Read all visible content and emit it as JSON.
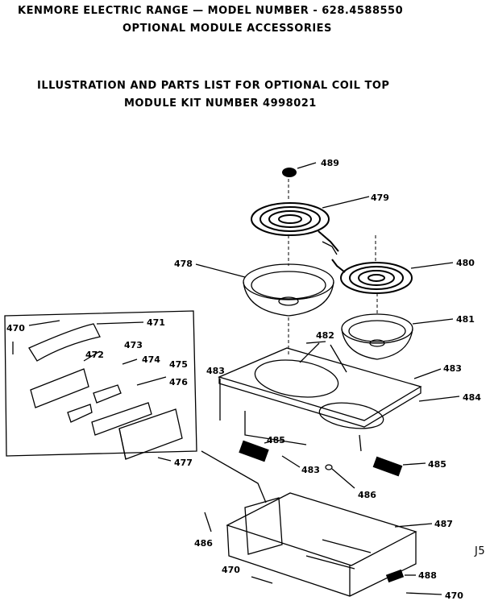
{
  "header": {
    "line1": "KENMORE ELECTRIC RANGE — MODEL NUMBER - 628.4588550",
    "line2": "OPTIONAL MODULE ACCESSORIES",
    "line3": "ILLUSTRATION AND PARTS LIST FOR OPTIONAL COIL TOP",
    "line4": "MODULE KIT NUMBER 4998021"
  },
  "page_code": "J5",
  "callouts": {
    "p489": "489",
    "p479": "479",
    "p478": "478",
    "p480": "480",
    "p481": "481",
    "p482": "482",
    "p483_left": "483",
    "p483_right": "483",
    "p483_mid": "483",
    "p484": "484",
    "p485_left": "485",
    "p485_right": "485",
    "p486_mid": "486",
    "p486_low": "486",
    "p487": "487",
    "p488": "488",
    "p470_top": "470",
    "p470_bottom": "470",
    "p470_right": "470",
    "p471": "471",
    "p472": "472",
    "p473": "473",
    "p474": "474",
    "p475": "475",
    "p476": "476",
    "p477": "477"
  }
}
